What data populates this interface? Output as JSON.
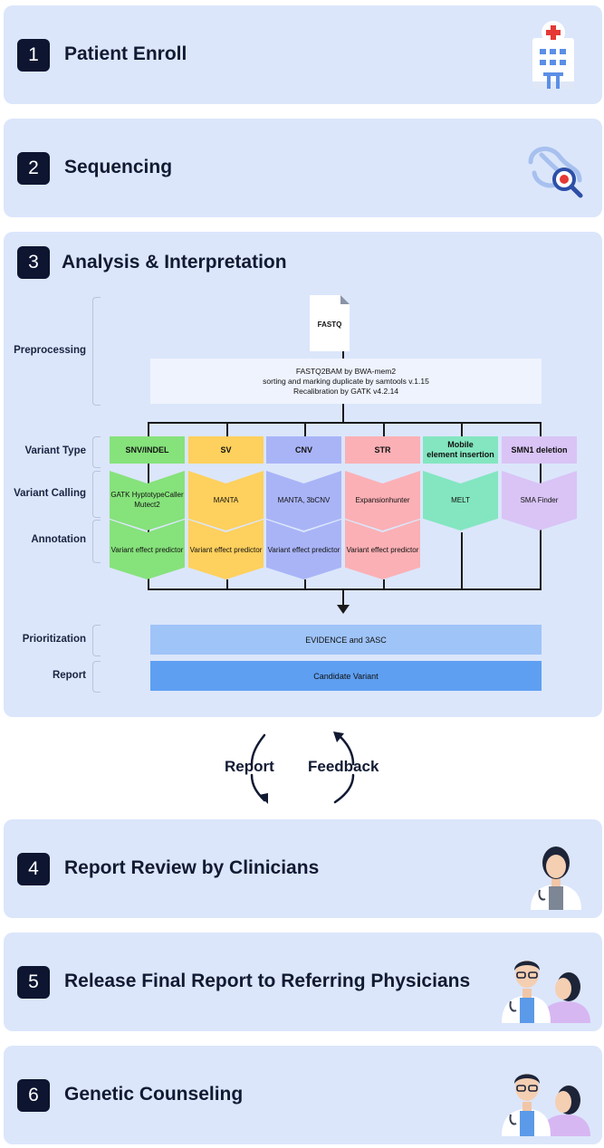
{
  "steps": [
    {
      "number": "1",
      "title": "Patient Enroll",
      "icon": "hospital-icon"
    },
    {
      "number": "2",
      "title": "Sequencing",
      "icon": "dna-search-icon"
    },
    {
      "number": "3",
      "title": "Analysis & Interpretation"
    },
    {
      "number": "4",
      "title": "Report Review by Clinicians",
      "icon": "doctor-icon"
    },
    {
      "number": "5",
      "title": "Release Final Report to Referring Physicians",
      "icon": "doctor-patient-icon"
    },
    {
      "number": "6",
      "title": "Genetic Counseling",
      "icon": "doctor-patient-icon"
    }
  ],
  "pipeline": {
    "row_labels": {
      "preprocessing": "Preprocessing",
      "variant_type": "Variant Type",
      "variant_calling": "Variant Calling",
      "annotation": "Annotation",
      "prioritization": "Prioritization",
      "report": "Report"
    },
    "fastq_label": "FASTQ",
    "preprocess_lines": [
      "FASTQ2BAM by BWA-mem2",
      "sorting and marking duplicate by samtools v.1.15",
      "Recalibration by GATK v4.2.14"
    ],
    "columns": [
      {
        "type": "SNV/INDEL",
        "caller": "GATK HyptotypeCaller\nMutect2",
        "annotation": "Variant effect predictor",
        "color": "#86e27b"
      },
      {
        "type": "SV",
        "caller": "MANTA",
        "annotation": "Variant effect predictor",
        "color": "#fed05d"
      },
      {
        "type": "CNV",
        "caller": "MANTA, 3bCNV",
        "annotation": "Variant effect predictor",
        "color": "#a9b4f7"
      },
      {
        "type": "STR",
        "caller": "Expansionhunter",
        "annotation": "Variant effect predictor",
        "color": "#fbb0b5"
      },
      {
        "type": "Mobile\nelement insertion",
        "caller": "MELT",
        "annotation": "",
        "color": "#83e6c0"
      },
      {
        "type": "SMN1 deletion",
        "caller": "SMA Finder",
        "annotation": "",
        "color": "#d9c4f5"
      }
    ],
    "prioritization_label": "EVIDENCE and 3ASC",
    "report_label": "Candidate Variant",
    "colors": {
      "preprocess_box": "#eff3fd",
      "prioritization": "#9fc4f8",
      "report": "#5e9ff2"
    }
  },
  "loop": {
    "left": "Report",
    "right": "Feedback"
  },
  "colors": {
    "panel": "#dbe6fb",
    "badge": "#0d1531",
    "icon_blue": "#5b8fe6",
    "accent_red": "#e53935"
  }
}
